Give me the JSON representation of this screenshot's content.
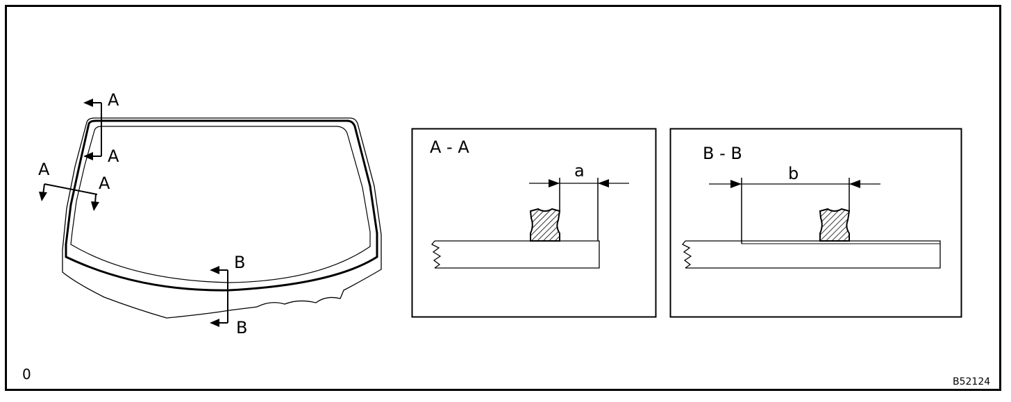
{
  "corner_label": "0",
  "figure_id": "B52124",
  "windshield": {
    "section_a_top": "A",
    "section_a_bottom": "A",
    "section_a_side_left": "A",
    "section_a_side_right": "A",
    "section_b_top": "B",
    "section_b_bottom": "B"
  },
  "detail_a": {
    "title": "A - A",
    "dimension_label": "a"
  },
  "detail_b": {
    "title": "B - B",
    "dimension_label": "b"
  }
}
